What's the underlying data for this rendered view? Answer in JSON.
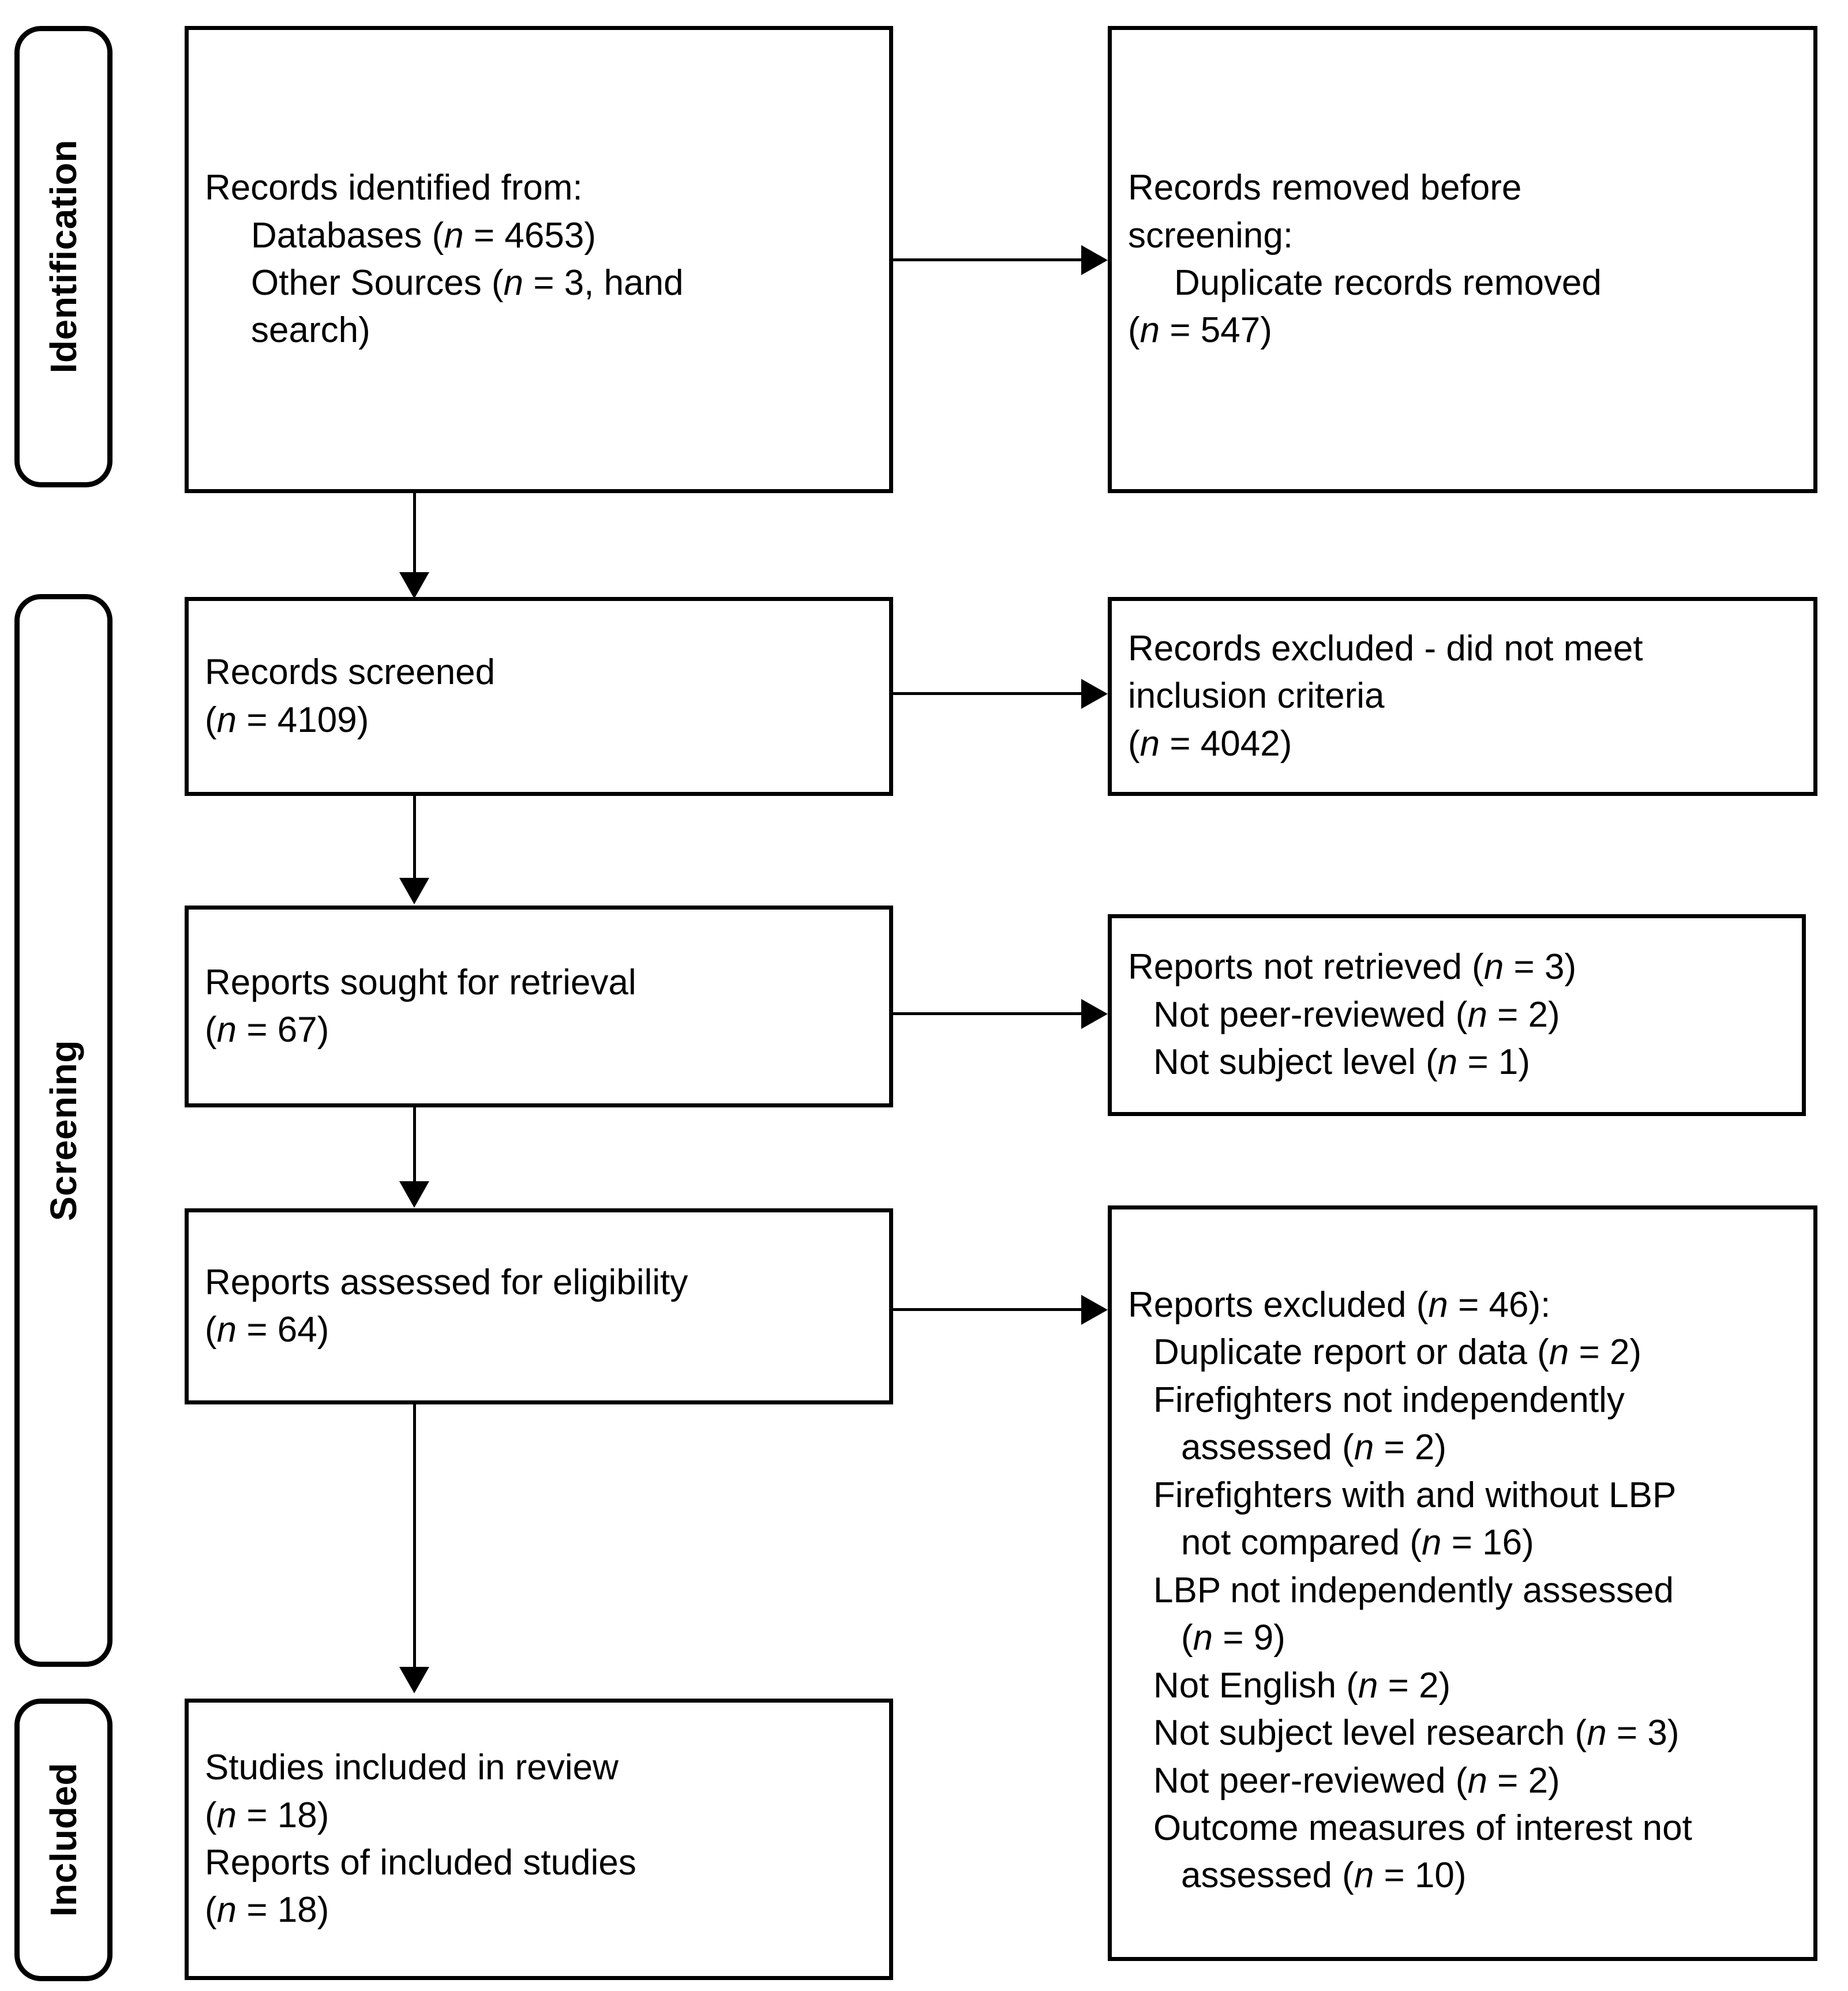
{
  "diagram": {
    "type": "prisma-flow-diagram",
    "phases": [
      {
        "id": "identification",
        "label": "Identification"
      },
      {
        "id": "screening",
        "label": "Screening"
      },
      {
        "id": "included",
        "label": "Included"
      }
    ],
    "boxes": {
      "records_identified": {
        "lines": [
          {
            "text": "Records identified from:",
            "indent": 0
          },
          {
            "pre": "Databases (",
            "italic": "n",
            "post": " = 4653)",
            "indent": 1
          },
          {
            "pre": "Other Sources (",
            "italic": "n",
            "post": " = 3, hand",
            "indent": 1
          },
          {
            "text": "search)",
            "indent": 1
          }
        ]
      },
      "records_removed": {
        "lines": [
          {
            "text": "Records removed before",
            "indent": 0
          },
          {
            "text": "screening:",
            "indent": 0
          },
          {
            "text": "Duplicate records removed",
            "indent": 1
          },
          {
            "pre": "(",
            "italic": "n",
            "post": " = 547)",
            "indent": 1
          }
        ]
      },
      "records_screened": {
        "lines": [
          {
            "text": "Records screened",
            "indent": 0
          },
          {
            "pre": "(",
            "italic": "n",
            "post": " = 4109)",
            "indent": 0
          }
        ]
      },
      "records_excluded": {
        "lines": [
          {
            "text": "Records excluded - did not meet",
            "indent": 0
          },
          {
            "text": "inclusion criteria",
            "indent": 0
          },
          {
            "pre": "(",
            "italic": "n",
            "post": " = 4042)",
            "indent": 0
          }
        ]
      },
      "reports_sought": {
        "lines": [
          {
            "text": "Reports sought for retrieval",
            "indent": 0
          },
          {
            "pre": "(",
            "italic": "n",
            "post": " = 67)",
            "indent": 0
          }
        ]
      },
      "reports_not_retrieved": {
        "lines": [
          {
            "pre": "Reports not retrieved (",
            "italic": "n",
            "post": " = 3)",
            "indent": 0
          },
          {
            "pre": "Not peer-reviewed (",
            "italic": "n",
            "post": " = 2)",
            "indent": 1
          },
          {
            "pre": "Not subject level (",
            "italic": "n",
            "post": " = 1)",
            "indent": 1
          }
        ]
      },
      "reports_assessed": {
        "lines": [
          {
            "text": "Reports assessed for eligibility",
            "indent": 0
          },
          {
            "pre": "(",
            "italic": "n",
            "post": " = 64)",
            "indent": 0
          }
        ]
      },
      "reports_excluded": {
        "lines": [
          {
            "pre": "Reports excluded (",
            "italic": "n",
            "post": " = 46):",
            "indent": 0
          },
          {
            "pre": "Duplicate report or data (",
            "italic": "n",
            "post": " = 2)",
            "indent": 2
          },
          {
            "text": "Firefighters not independently",
            "indent": 2
          },
          {
            "pre": "assessed (",
            "italic": "n",
            "post": " = 2)",
            "indent": 3
          },
          {
            "text": "Firefighters with and without LBP",
            "indent": 2
          },
          {
            "pre": "not compared (",
            "italic": "n",
            "post": " = 16)",
            "indent": 3
          },
          {
            "text": "LBP not independently assessed",
            "indent": 2
          },
          {
            "pre": "(",
            "italic": "n",
            "post": " = 9)",
            "indent": 3
          },
          {
            "pre": "Not English (",
            "italic": "n",
            "post": " = 2)",
            "indent": 2
          },
          {
            "pre": "Not subject level research (",
            "italic": "n",
            "post": " = 3)",
            "indent": 2
          },
          {
            "pre": "Not peer-reviewed (",
            "italic": "n",
            "post": " = 2)",
            "indent": 2
          },
          {
            "text": "Outcome measures of interest not",
            "indent": 2
          },
          {
            "pre": "assessed (",
            "italic": "n",
            "post": " = 10)",
            "indent": 3
          }
        ]
      },
      "studies_included": {
        "lines": [
          {
            "text": "Studies included in review",
            "indent": 0
          },
          {
            "pre": "(",
            "italic": "n",
            "post": " = 18)",
            "indent": 0
          },
          {
            "text": "Reports of included studies",
            "indent": 0
          },
          {
            "pre": "(",
            "italic": "n",
            "post": " = 18)",
            "indent": 0
          }
        ]
      }
    },
    "counts": {
      "databases": 4653,
      "other_sources": 3,
      "duplicates_removed": 547,
      "records_screened": 4109,
      "records_excluded": 4042,
      "reports_sought": 67,
      "reports_not_retrieved": 3,
      "not_peer_reviewed_retrieval": 2,
      "not_subject_level_retrieval": 1,
      "reports_assessed": 64,
      "reports_excluded_total": 46,
      "duplicate_report_or_data": 2,
      "firefighters_not_independently_assessed": 2,
      "firefighters_with_without_lbp_not_compared": 16,
      "lbp_not_independently_assessed": 9,
      "not_english": 2,
      "not_subject_level_research": 3,
      "not_peer_reviewed": 2,
      "outcome_measures_not_assessed": 10,
      "studies_included": 18,
      "reports_of_included_studies": 18
    },
    "colors": {
      "stroke": "#000000",
      "background": "#ffffff",
      "text": "#000000"
    }
  }
}
